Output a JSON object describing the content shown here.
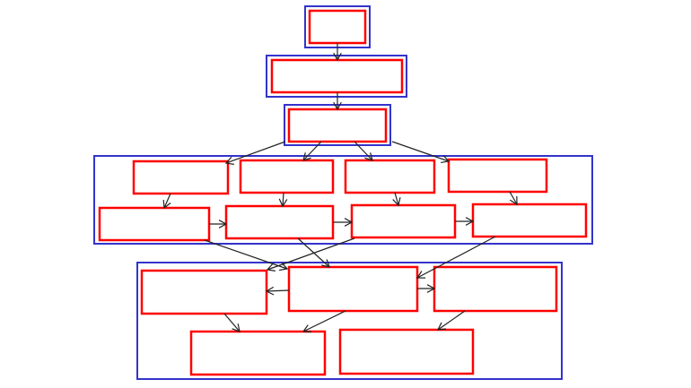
{
  "colors": {
    "group_border": "#3333cc",
    "node_border": "#ff0000",
    "edge": "#222222",
    "background": "#ffffff"
  },
  "diagram": {
    "type": "flowchart",
    "node_count": 16,
    "group_count": 5,
    "edge_count": 22
  }
}
